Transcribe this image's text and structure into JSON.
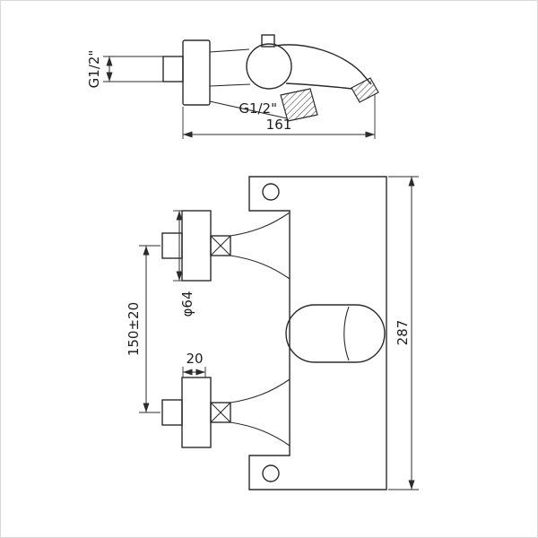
{
  "sheet": {
    "background": "#ffffff",
    "line_color": "#2b2b2b"
  },
  "side_view": {
    "inlet_thread_label": "G1/2\"",
    "spout_thread_label": "G1/2\"",
    "overall_width_label": "161"
  },
  "front_view": {
    "body_diameter_label": "φ64",
    "inlet_spacing_label": "150±20",
    "offset_label": "20",
    "overall_height_label": "287"
  }
}
